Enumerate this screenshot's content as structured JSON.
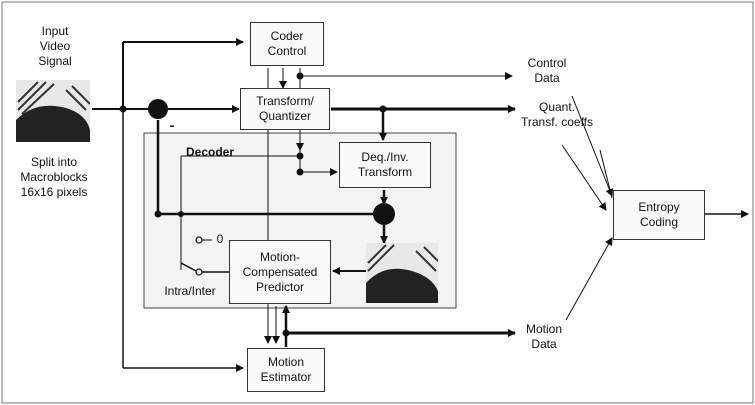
{
  "input": {
    "line1": "Input",
    "line2": "Video",
    "line3": "Signal"
  },
  "split": {
    "line1": "Split into",
    "line2": "Macroblocks",
    "line3": "16x16 pixels"
  },
  "blocks": {
    "coder_control": [
      "Coder",
      "Control"
    ],
    "transform_quantizer": [
      "Transform/",
      "Quantizer"
    ],
    "deq_inv": [
      "Deq./Inv.",
      "Transform"
    ],
    "mc_predictor": [
      "Motion-",
      "Compensated",
      "Predictor"
    ],
    "motion_estimator": [
      "Motion",
      "Estimator"
    ],
    "entropy": [
      "Entropy",
      "Coding"
    ]
  },
  "decoder_label": "Decoder",
  "minus_sign": "-",
  "zero_label": "0",
  "intra_inter": "Intra/Inter",
  "outputs": {
    "control_data": [
      "Control",
      "Data"
    ],
    "quant_coeffs": [
      "Quant.",
      "Transf. coeffs"
    ],
    "motion_data": [
      "Motion",
      "Data"
    ]
  },
  "colors": {
    "line": "#111111",
    "box_border": "#333333",
    "panel_bg": "#f4f4f4"
  }
}
